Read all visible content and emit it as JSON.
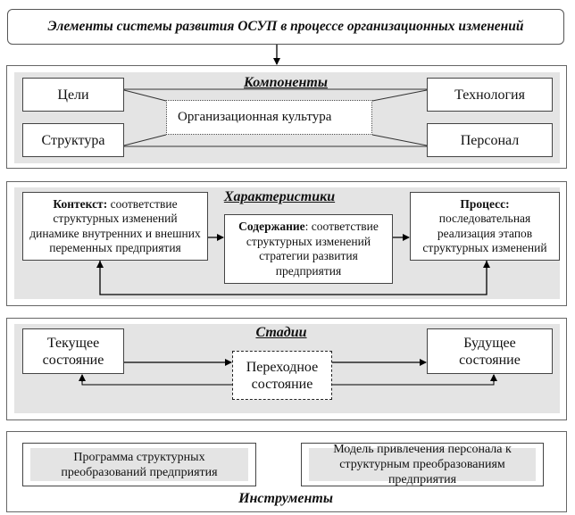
{
  "title": "Элементы системы развития ОСУП в процессе организационных изменений",
  "components": {
    "heading": "Компоненты",
    "goals": "Цели",
    "structure": "Структура",
    "technology": "Технология",
    "personnel": "Персонал",
    "culture": "Организационная культура"
  },
  "characteristics": {
    "heading": "Характеристики",
    "context": {
      "label": "Контекст:",
      "text": "соответствие структурных изменений динамике внутренних и внешних переменных предприятия"
    },
    "content": {
      "label": "Содержание",
      "text": ": соответствие структурных изменений стратегии развития предприятия"
    },
    "process": {
      "label": "Процесс:",
      "text": "последовательная реализация этапов структурных изменений"
    }
  },
  "stages": {
    "heading": "Стадии",
    "current": "Текущее состояние",
    "transitional": "Переходное состояние",
    "future": "Будущее состояние"
  },
  "tools": {
    "heading": "Инструменты",
    "program": "Программа структурных преобразований предприятия",
    "model": "Модель привлечения персонала к структурным преобразованиям предприятия"
  },
  "colors": {
    "panel_gray": "#e4e4e4",
    "border": "#444444"
  }
}
